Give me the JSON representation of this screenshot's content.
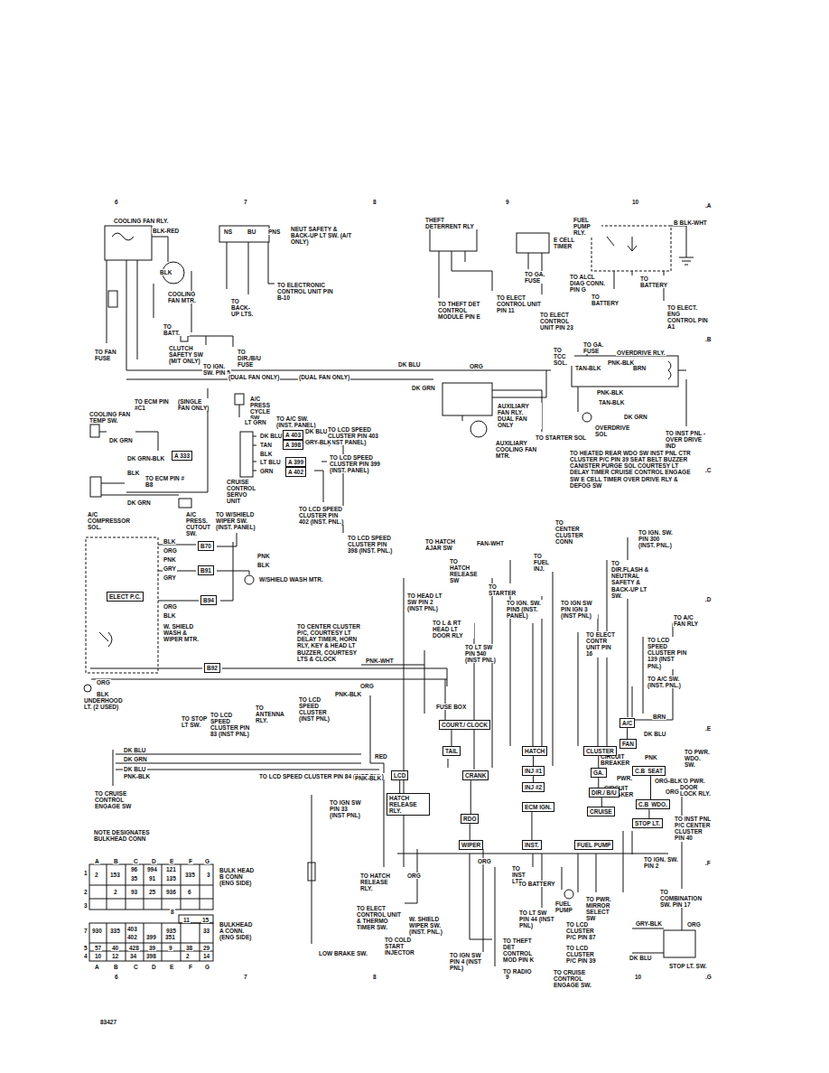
{
  "diagram": {
    "nodes": [
      {
        "text": [
          "COURT./ CLOCK"
        ]
      },
      {
        "text": [
          "TAIL"
        ]
      },
      {
        "text": [
          "HATCH"
        ]
      },
      {
        "text": [
          "INJ #1"
        ]
      },
      {
        "text": [
          "INJ #2"
        ]
      },
      {
        "text": [
          "CLUSTER"
        ]
      },
      {
        "text": [
          "GA."
        ]
      },
      {
        "text": [
          "A/C"
        ]
      },
      {
        "text": [
          "FAN"
        ]
      },
      {
        "text": [
          "LCD"
        ]
      },
      {
        "text": [
          "CRANK"
        ]
      },
      {
        "text": [
          "DIR./ B/U"
        ]
      },
      {
        "text": [
          "HATCH RELEASE RLY."
        ]
      },
      {
        "text": [
          "ECM IGN."
        ]
      },
      {
        "text": [
          "CRUISE"
        ]
      },
      {
        "text": [
          "RDO"
        ]
      },
      {
        "text": [
          "WIPER"
        ]
      },
      {
        "text": [
          "INST."
        ]
      },
      {
        "text": [
          "FUEL PUMP"
        ]
      },
      {
        "text": [
          "STOP LT."
        ]
      },
      {
        "text": [
          "C.B",
          "WDO."
        ]
      },
      {
        "text": [
          "C.B",
          "SEAT"
        ]
      },
      {
        "text": [
          "ELECT P.C."
        ]
      },
      {
        "text": [
          "B70"
        ]
      },
      {
        "text": [
          "B91"
        ]
      },
      {
        "text": [
          "B94"
        ]
      },
      {
        "text": [
          "B92"
        ]
      },
      {
        "text": [
          "A 333"
        ]
      },
      {
        "text": [
          "A 403"
        ]
      },
      {
        "text": [
          "A 398"
        ]
      },
      {
        "text": [
          "A 399"
        ]
      },
      {
        "text": [
          "A 402"
        ]
      }
    ],
    "edges": [
      {
        "from": 0,
        "to": 1,
        "arrow": "none"
      },
      {
        "from": 9,
        "to": 12,
        "arrow": "none"
      },
      {
        "from": 2,
        "to": 3,
        "arrow": "none"
      },
      {
        "from": 3,
        "to": 4,
        "arrow": "none"
      },
      {
        "from": 5,
        "to": 6,
        "arrow": "none"
      },
      {
        "from": 6,
        "to": 11,
        "arrow": "none"
      },
      {
        "from": 11,
        "to": 14,
        "arrow": "none"
      },
      {
        "from": 7,
        "to": 8,
        "arrow": "none"
      },
      {
        "from": 10,
        "to": 15,
        "arrow": "none"
      },
      {
        "from": 15,
        "to": 16,
        "arrow": "none"
      },
      {
        "from": 13,
        "to": 17,
        "arrow": "none"
      },
      {
        "from": 21,
        "to": 20,
        "arrow": "none"
      },
      {
        "from": 20,
        "to": 19,
        "arrow": "none"
      }
    ],
    "labels": [
      "6",
      "7",
      "8",
      "9",
      "10",
      ".A",
      "COOLING FAN RLY.",
      "BLK-RED",
      "BLK",
      "COOLING FAN MTR.",
      "TO BATT.",
      "TO FAN FUSE",
      "NS",
      "BU",
      "PNS",
      "NEUT SAFETY & BACK-UP LT SW. (A/T ONLY)",
      "TO ELECTRONIC CONTROL UNIT PIN B-10",
      "TO BACK-UP LTS.",
      "CLUTCH SAFETY SW (M/T ONLY)",
      "TO IGN. SW. PIN 5",
      "TO DIR./B/U FUSE",
      "THEFT DETERRENT RLY",
      "TO THEFT DET CONTROL MODULE PIN E",
      "E CELL TIMER",
      "TO GA. FUSE",
      "TO ELECT CONTROL UNIT PIN 11",
      "TO ELECT CONTROL UNIT PIN 23",
      "FUEL PUMP RLY.",
      "B BLK-WHT",
      "TO ALCL DIAG CONN. PIN G",
      "TO BATTERY",
      "TO BATTERY",
      "TO ELECT. ENG CONTROL PIN A1",
      ".B",
      "TO TCC SOL.",
      "TO GA. FUSE",
      "OVERDRIVE RLY.",
      "TAN-BLK",
      "PNK-BLK",
      "BRN",
      "PNK-BLK",
      "TAN-BLK",
      "DK GRN",
      "OVERDRIVE SOL",
      "TO INST PNL - OVER DRIVE IND",
      "TO ECM PIN #C1",
      "(SINGLE FAN ONLY)",
      "(DUAL FAN ONLY)",
      "(DUAL FAN ONLY)",
      "DK BLU",
      "DK GRN",
      "ORG",
      "AUXILIARY FAN RLY. DUAL FAN ONLY",
      "AUXILIARY COOLING FAN MTR.",
      "TO STARTER SOL",
      "COOLING FAN TEMP SW.",
      "DK GRN",
      "DK GRN-BLK",
      "A/C PRESS CYCLE SW.",
      "LT GRN",
      "TO A/C SW. (INST. PANEL)",
      "DK BLU",
      "TAN",
      "BLK",
      "LT BLU",
      "GRN",
      "DK BLU",
      "TO LCD SPEED CLUSTER PIN 403 (INST PANEL)",
      "GRY-BLK",
      "TO LCD SPEED CLUSTER PIN 399 (INST. PANEL)",
      "TO LCD SPEED CLUSTER PIN 402 (INST. PNL.)",
      "TO LCD SPEED CLUSTER PIN 398 (INST. PNL.)",
      "CRUISE CONTROL SERVO UNIT",
      "BLK",
      "TO ECM PIN # B8",
      "DK GRN",
      "A/C COMPRESSOR SOL.",
      "A/C PRESS. CUTOUT SW.",
      ".C",
      "TO HEATED REAR WDO SW INST PNL CTR CLUSTER P/C PIN 39 SEAT BELT BUZZER CANISTER PURGE SOL COURTESY LT DELAY TIMER CRUISE CONTROL ENGAGE SW E CELL TIMER OVER DRIVE RLY & DEFOG SW",
      "TO W/SHIELD WIPER SW. (INST. PANEL)",
      "BLK",
      "ORG",
      "PNK",
      "GRY",
      "GRY",
      "ORG",
      "BLK",
      "PNK",
      "BLK",
      "W/SHIELD WASH MTR.",
      "W. SHIELD WASH & WIPER MTR.",
      "ORG",
      "BLK",
      "UNDERHOOD LT. (2 USED)",
      "TO HATCH AJAR SW",
      "FAN-WHT",
      "TO HATCH RELEASE SW",
      "TO STARTER",
      "TO FUEL INJ.",
      "TO CENTER CLUSTER CONN",
      "TO IGN. SW. PIN 300 (INST. PNL.)",
      "TO DIR.FLASH & NEUTRAL SAFETY & BACK-UP LT SW.",
      ".D",
      "TO HEAD LT SW PIN 2 (INST PNL)",
      "TO L & RT HEAD LT DOOR RLY",
      "TO LT SW PIN 540 (INST PNL)",
      "TO IGN. SW. PIN5 (INST. PANEL)",
      "TO IGN SW PIN IGN 3 (INST PNL)",
      "TO ELECT CONTR UNIT PIN 16",
      "TO LCD SPEED CLUSTER PIN 139 (INST PNL)",
      "TO A/C FAN RLY",
      "TO A/C SW. (INST. PNL.)",
      "TO CENTER CLUSTER P/C, COURTESY LT DELAY TIMER, HORN RLY, KEY & HEAD LT BUZZER, COURTESY LTS & CLOCK",
      "PNK-WHT",
      "ORG",
      "TO ANTENNA RLY.",
      "TO LCD SPEED CLUSTER (INST PNL)",
      "PNK-BLK",
      "TO STOP LT SW.",
      "TO LCD SPEED CLUSTER PIN 83 (INST PNL)",
      "DK BLU",
      "DK GRN",
      "DK BLU",
      "PNK-BLK",
      "TO LCD SPEED CLUSTER PIN 84 (INST PNL)",
      "PNK-BLK",
      "TO CRUISE CONTROL ENGAGE SW",
      "NOTE DESIGNATES BULKHEAD CONN",
      "RED",
      "TO IGN SW PIN 33 (INST PNL)",
      "FUSE BOX",
      "TO HATCH RELEASE RLY.",
      "ORG",
      "TO ELECT CONTROL UNIT & THERMO TIMER SW.",
      "TO COLD START INJECTOR",
      "LOW BRAKE SW.",
      "W. SHIELD WIPER SW. (INST. PNL.)",
      "TO IGN SW PIN 4 (INST PNL)",
      "TO INST LTS",
      "TO BATTERY",
      "TO LT SW PIN 44 (INST PNL)",
      "TO THEFT DET CONTROL MOD PIN K",
      "TO RADIO",
      "FUEL PUMP",
      "TO PWR. MIRROR SELECT SW",
      "TO LCD CLUSTER P/C PIN 87",
      "TO LCD CLUSTER P/C PIN 39",
      "TO CRUISE CONTROL ENGAGE SW.",
      "GRY-BLK",
      "DK BLU",
      "TO IGN. SW. PIN 2",
      "TO COMBINATION SW. PIN 17",
      "STOP LT. SW.",
      "ORG",
      ".F",
      "TO INST PNL P/C CENTER CLUSTER PIN 40",
      "TO PWR. DOOR LOCK RLY.",
      "ORG-BLK",
      "ORG",
      "TO PWR. WDO. SW.",
      "PNK",
      "BRN",
      "DK BLU",
      ".E",
      "ORG",
      "6",
      "7",
      "8",
      "9",
      "10",
      ".G",
      "83427",
      "CIRCUIT BREAKER",
      "PWR.",
      "CIRCUIT BREAKER",
      "A",
      "B",
      "C",
      "D",
      "E",
      "F",
      "G",
      "1",
      "2",
      "3",
      "2",
      "153",
      "96",
      "994",
      "121",
      "335",
      "3",
      "35",
      "91",
      "135",
      "2",
      "93",
      "25",
      "936",
      "6",
      "BULK HEAD B CONN (ENG SIDE)",
      "8",
      "11",
      "15",
      "7",
      "930",
      "335",
      "403",
      "935",
      "33",
      "402",
      "399",
      "351",
      "5",
      "57",
      "40",
      "428",
      "39",
      "9",
      "38",
      "29",
      "4",
      "10",
      "12",
      "34",
      "398",
      "2",
      "14",
      "A",
      "B",
      "C",
      "D",
      "E",
      "F",
      "G",
      "BULKHEAD A CONN. (ENG SIDE)"
    ]
  }
}
